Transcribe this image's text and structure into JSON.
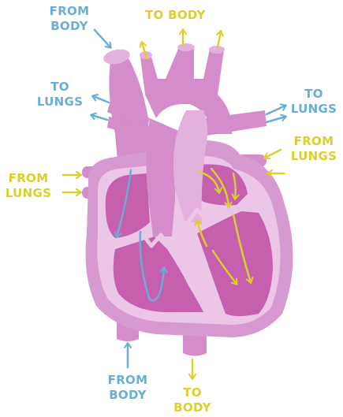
{
  "labels": {
    "from_body_top": [
      "FROM",
      "BODY"
    ],
    "to_body_top": [
      "TO BODY"
    ],
    "to_lungs_left": [
      "TO",
      "LUNGS"
    ],
    "to_lungs_right": [
      "TO",
      "LUNGS"
    ],
    "from_lungs_right": [
      "FROM",
      "LUNGS"
    ],
    "from_lungs_left": [
      "FROM",
      "LUNGS"
    ],
    "from_body_bottom": [
      "FROM",
      "BODY"
    ],
    "to_body_bottom": [
      "TO",
      "BODY"
    ]
  },
  "colors": {
    "deoxygenated_arrow": "#6aaed6",
    "oxygenated_arrow": "#dccf2c",
    "heart_wall": "#d79ad0",
    "heart_wall_light": "#ebc6e6",
    "chamber_interior": "#c55fae",
    "vessel": "#d48ccb",
    "vessel_highlight": "#e4b1dd"
  }
}
